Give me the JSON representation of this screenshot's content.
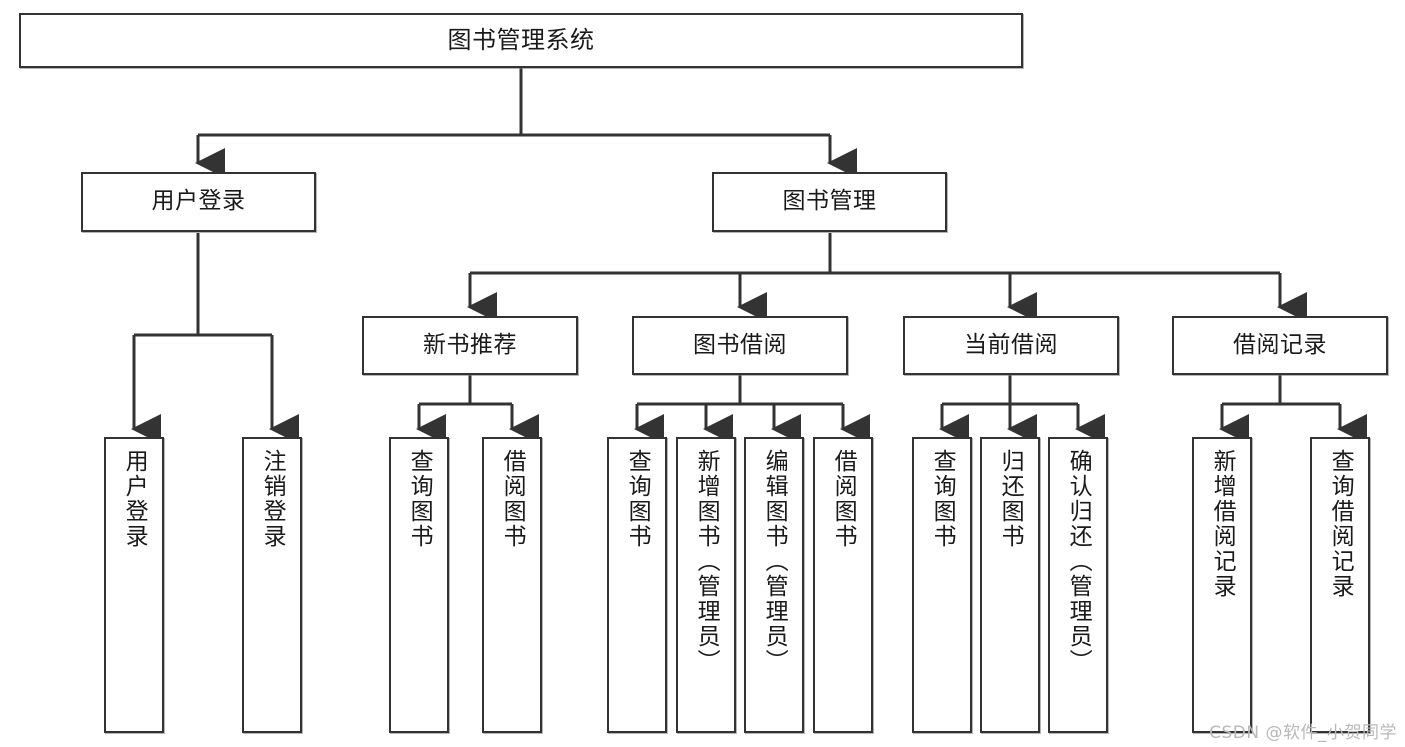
{
  "diagram": {
    "title": "图书管理系统",
    "type": "tree-hierarchy-chart",
    "orientation": "top-down",
    "colors": {
      "node_border": "#333333",
      "node_fill": "#ffffff",
      "edge": "#333333",
      "text": "#1a1a1a",
      "watermark": "#b9b9b9",
      "background": "#ffffff"
    },
    "nodes": {
      "root": {
        "label": "图书管理系统"
      },
      "level1": [
        {
          "id": "user-login",
          "label": "用户登录"
        },
        {
          "id": "book-manage",
          "label": "图书管理"
        }
      ],
      "level2": [
        {
          "id": "new-book-recommend",
          "label": "新书推荐"
        },
        {
          "id": "book-borrow",
          "label": "图书借阅"
        },
        {
          "id": "current-borrow",
          "label": "当前借阅"
        },
        {
          "id": "borrow-record",
          "label": "借阅记录"
        }
      ],
      "leaves": {
        "user-login": [
          {
            "id": "leaf-user-login",
            "label": "用户登录"
          },
          {
            "id": "leaf-logout-login",
            "label": "注销登录"
          }
        ],
        "new-book-recommend": [
          {
            "id": "leaf-query-book-1",
            "label": "查询图书"
          },
          {
            "id": "leaf-borrow-book-1",
            "label": "借阅图书"
          }
        ],
        "book-borrow": [
          {
            "id": "leaf-query-book-2",
            "label": "查询图书"
          },
          {
            "id": "leaf-add-book",
            "label": "新增图书（管理员）"
          },
          {
            "id": "leaf-edit-book",
            "label": "编辑图书（管理员）"
          },
          {
            "id": "leaf-borrow-book-2",
            "label": "借阅图书"
          }
        ],
        "current-borrow": [
          {
            "id": "leaf-query-book-3",
            "label": "查询图书"
          },
          {
            "id": "leaf-return-book",
            "label": "归还图书"
          },
          {
            "id": "leaf-confirm-return",
            "label": "确认归还（管理员）"
          }
        ],
        "borrow-record": [
          {
            "id": "leaf-add-record",
            "label": "新增借阅记录"
          },
          {
            "id": "leaf-query-record",
            "label": "查询借阅记录"
          }
        ]
      }
    },
    "watermark": "CSDN @软件_小贺同学"
  }
}
